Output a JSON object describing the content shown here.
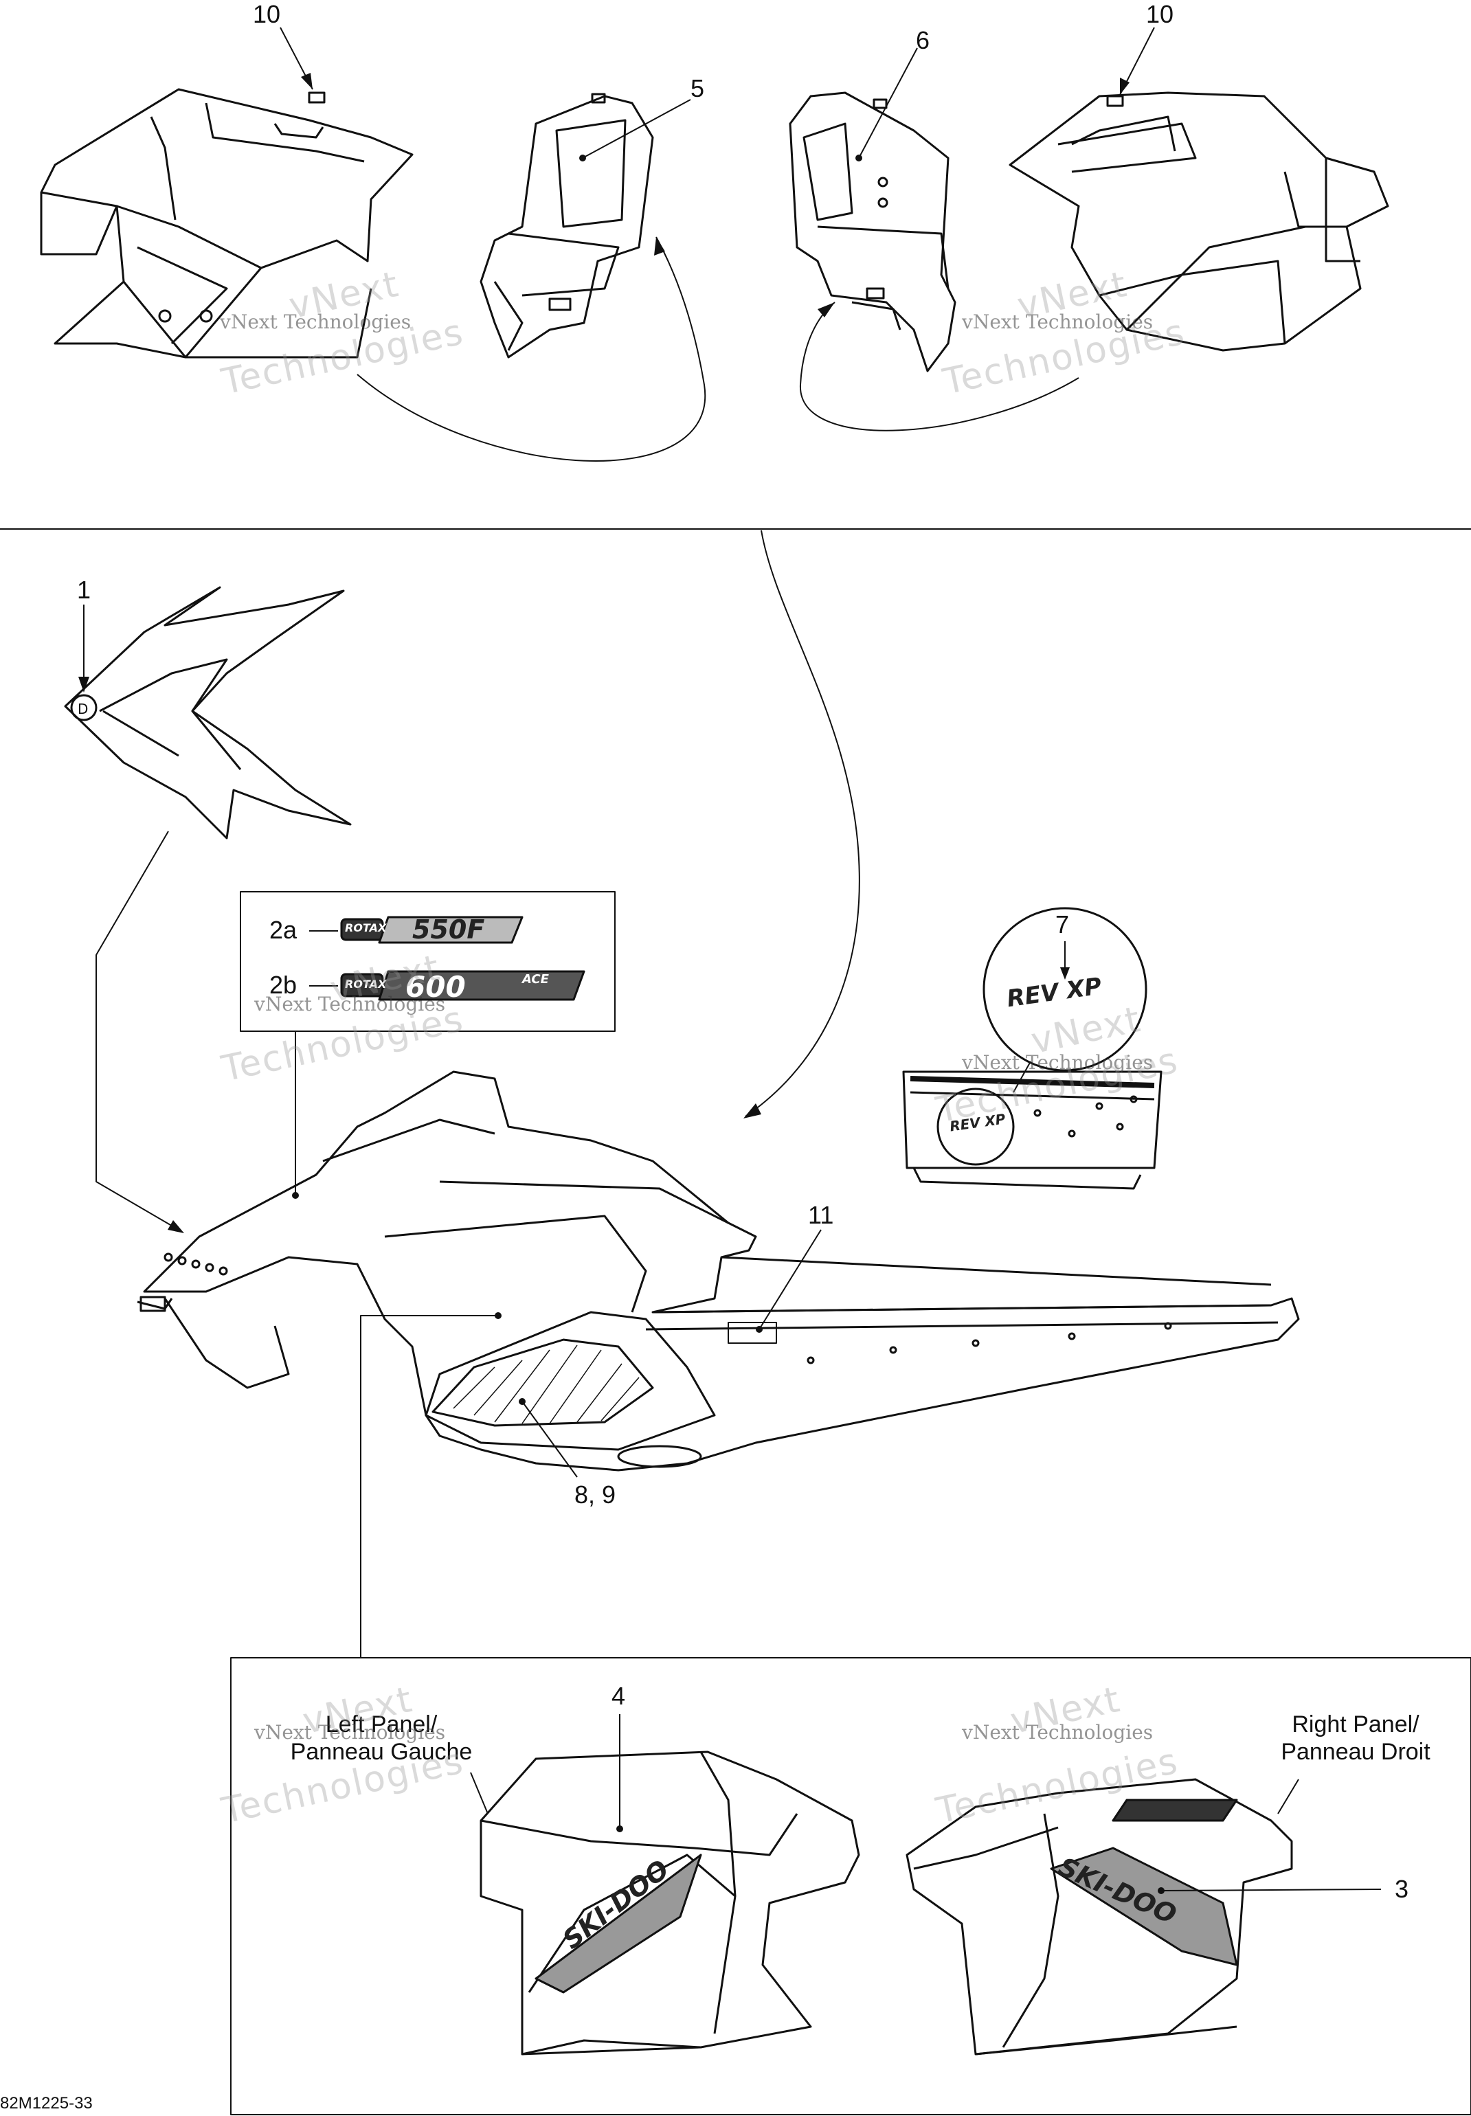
{
  "callouts": {
    "c10_left": "10",
    "c5": "5",
    "c6": "6",
    "c10_right": "10",
    "c1": "1",
    "c2a": "2a",
    "c2b": "2b",
    "c7": "7",
    "c11": "11",
    "c8_9": "8, 9",
    "c4": "4",
    "c3": "3"
  },
  "decals": {
    "rotax_small": "ROTAX",
    "rotax_650": "550F",
    "rotax_600": "600",
    "rotax_ace": "ACE",
    "revxp": "REV XP",
    "skidoo": "SKI-DOO"
  },
  "panels": {
    "left_line1": "Left Panel/",
    "left_line2": "Panneau Gauche",
    "right_line1": "Right Panel/",
    "right_line2": "Panneau Droit"
  },
  "watermark": {
    "small": "vNext Technologies",
    "big_1": "vNext",
    "big_2": "Technologies"
  },
  "drawing_number": "82M1225-33",
  "colors": {
    "line": "#111111",
    "watermark": "#9a9a9a"
  }
}
